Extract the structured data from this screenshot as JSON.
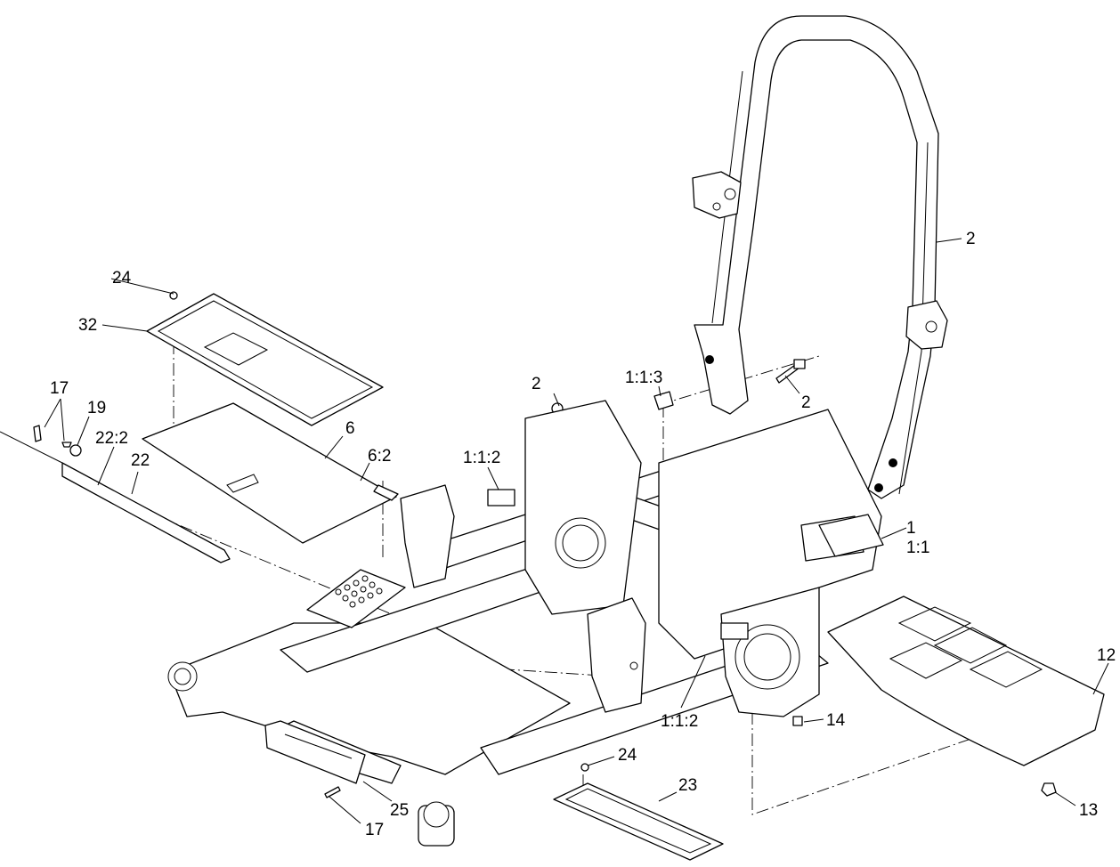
{
  "callouts": [
    {
      "id": "c-1",
      "text": "1"
    },
    {
      "id": "c-1-1",
      "text": "1:1"
    },
    {
      "id": "c-1-1-2a",
      "text": "1:1:2"
    },
    {
      "id": "c-1-1-2b",
      "text": "1:1:2"
    },
    {
      "id": "c-1-1-3",
      "text": "1:1:3"
    },
    {
      "id": "c-2a",
      "text": "2"
    },
    {
      "id": "c-2b",
      "text": "2"
    },
    {
      "id": "c-2c",
      "text": "2"
    },
    {
      "id": "c-6",
      "text": "6"
    },
    {
      "id": "c-6-2",
      "text": "6:2"
    },
    {
      "id": "c-12",
      "text": "12"
    },
    {
      "id": "c-13",
      "text": "13"
    },
    {
      "id": "c-14",
      "text": "14"
    },
    {
      "id": "c-17a",
      "text": "17"
    },
    {
      "id": "c-17b",
      "text": "17"
    },
    {
      "id": "c-19",
      "text": "19"
    },
    {
      "id": "c-22",
      "text": "22"
    },
    {
      "id": "c-22-2",
      "text": "22:2"
    },
    {
      "id": "c-23",
      "text": "23"
    },
    {
      "id": "c-24a",
      "text": "24"
    },
    {
      "id": "c-24b",
      "text": "24"
    },
    {
      "id": "c-25",
      "text": "25"
    },
    {
      "id": "c-32",
      "text": "32"
    }
  ]
}
